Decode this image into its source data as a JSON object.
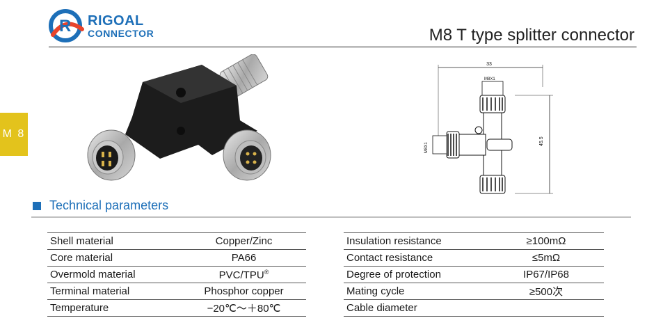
{
  "header": {
    "brand_line1": "RIGOAL",
    "brand_line2": "CONNECTOR",
    "page_title": "M8 T type splitter connector",
    "accent_color": "#1d6fb8"
  },
  "side_tab": {
    "label": "M 8",
    "color": "#e3c31c"
  },
  "drawing": {
    "dim_width": "33",
    "dim_height": "45.5",
    "label_top": "M8X1",
    "label_left": "M8X1"
  },
  "section": {
    "title": "Technical parameters"
  },
  "left_table": [
    {
      "label": "Shell material",
      "value": "Copper/Zinc"
    },
    {
      "label": "Core material",
      "value": "PA66"
    },
    {
      "label": "Overmold material",
      "value": "PVC/TPU",
      "sup": "®"
    },
    {
      "label": "Terminal material",
      "value": "Phosphor copper"
    },
    {
      "label": "Temperature",
      "value": "−20℃～＋80℃"
    }
  ],
  "right_table": [
    {
      "label": "Insulation resistance",
      "value": "≥100mΩ"
    },
    {
      "label": "Contact resistance",
      "value": "≤5mΩ"
    },
    {
      "label": "Degree of protection",
      "value": "IP67/IP68"
    },
    {
      "label": "Mating cycle",
      "value": "≥500次"
    },
    {
      "label": "Cable diameter",
      "value": ""
    }
  ]
}
